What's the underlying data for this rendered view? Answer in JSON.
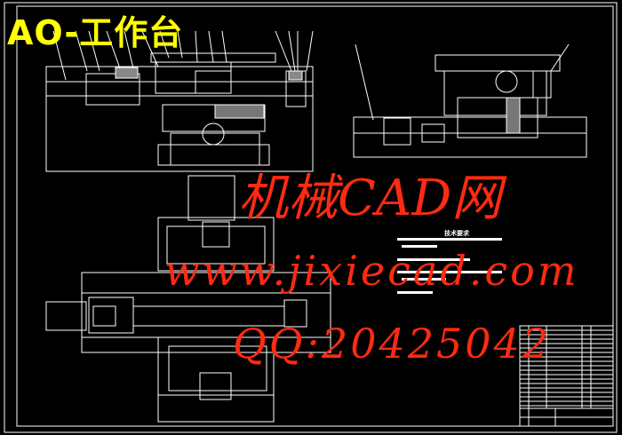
{
  "drawing": {
    "title": "AO-工作台",
    "tech_requirements_heading": "技术要求",
    "watermark": {
      "line1": "机械CAD网",
      "line2": "www.jixiecad.com",
      "line3": "QQ:20425042"
    },
    "colors": {
      "background": "#000000",
      "lines": "#ffffff",
      "title": "#ffff00",
      "watermark": "#ff2a12"
    }
  }
}
